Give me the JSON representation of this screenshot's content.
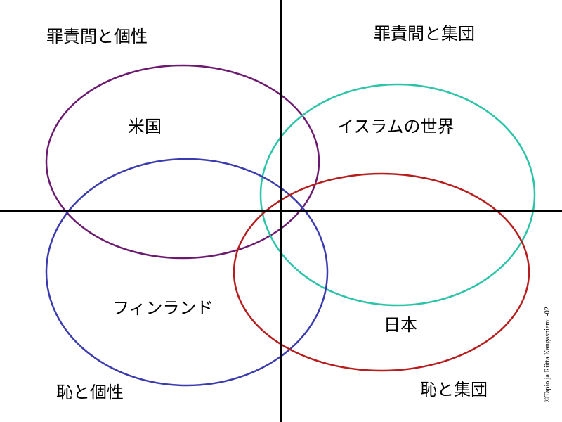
{
  "quadrants": {
    "top_left": "罪責間と個性",
    "top_right": "罪責間と集団",
    "bottom_left": "恥と個性",
    "bottom_right": "恥と集団"
  },
  "regions": [
    {
      "id": "usa",
      "label": "米国",
      "color": "#6b1a70"
    },
    {
      "id": "islam",
      "label": "イスラムの世界",
      "color": "#2bc4a8"
    },
    {
      "id": "finland",
      "label": "フィンランド",
      "color": "#3b3bb0"
    },
    {
      "id": "japan",
      "label": "日本",
      "color": "#b81d1d"
    }
  ],
  "credit": "©Tapio ja Riitta Kangasniemi -02",
  "axis_color": "#000000"
}
